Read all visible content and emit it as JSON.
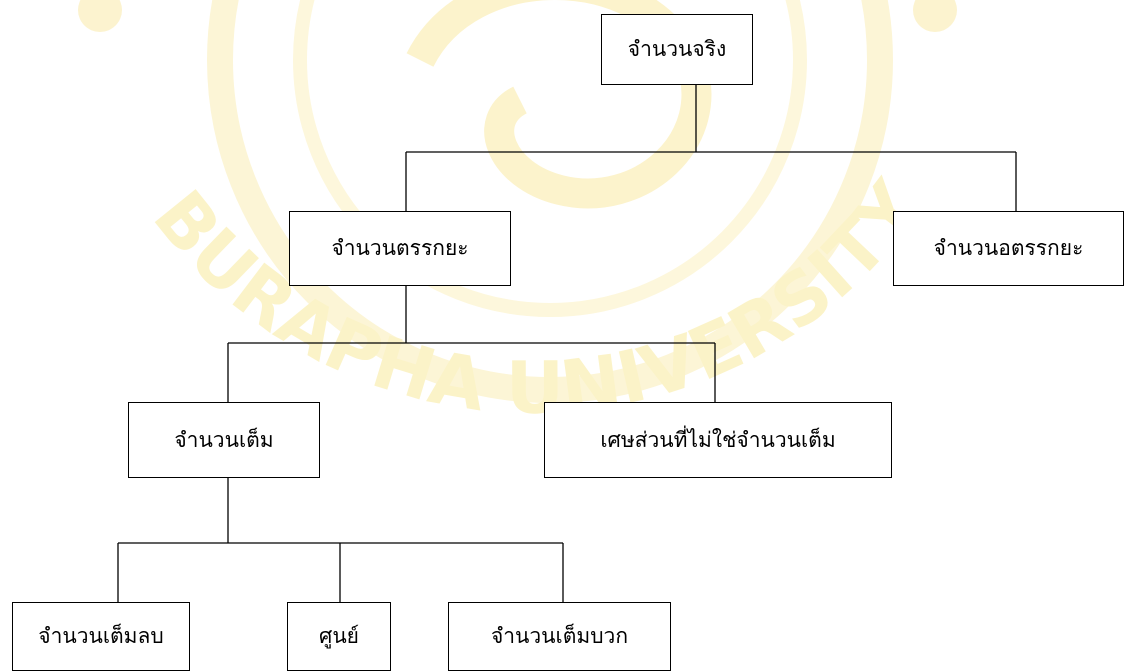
{
  "watermark": {
    "text": "BURAPHA UNIVERSITY",
    "color": "#fbf3c8"
  },
  "tree": {
    "root": "จำนวนจริง",
    "level1": {
      "rational": "จำนวนตรรกยะ",
      "irrational": "จำนวนอตรรกยะ"
    },
    "level2": {
      "integer": "จำนวนเต็ม",
      "non_integer_fraction": "เศษส่วนที่ไม่ใช่จำนวนเต็ม"
    },
    "level3": {
      "negative_integer": "จำนวนเต็มลบ",
      "zero": "ศูนย์",
      "positive_integer": "จำนวนเต็มบวก"
    }
  }
}
